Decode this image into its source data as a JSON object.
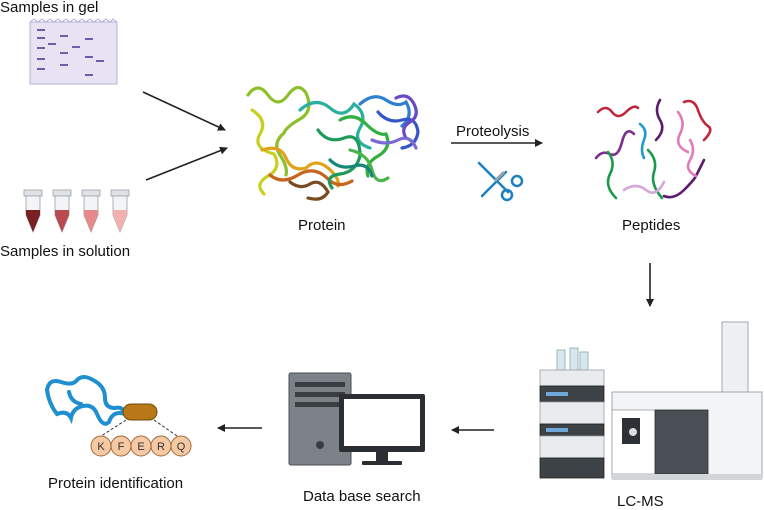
{
  "labels": {
    "samples_in_gel": "Samples in gel",
    "samples_in_solution": "Samples in solution",
    "protein": "Protein",
    "proteolysis": "Proteolysis",
    "peptides": "Peptides",
    "lc_ms": "LC-MS",
    "database_search": "Data base search",
    "protein_identification": "Protein identification"
  },
  "sequence_letters": [
    "K",
    "F",
    "E",
    "R",
    "Q"
  ],
  "tube_colors": [
    "#7a1f22",
    "#b94a4f",
    "#e58a8a",
    "#f2b1ae"
  ],
  "peptide_colors": [
    "#c0283a",
    "#7a2e8e",
    "#1f9bd1",
    "#1a9a4a",
    "#e07bb8",
    "#5b1a6e",
    "#d4a8d8",
    "#2bb04a"
  ],
  "accent_colors": {
    "arrow": "#222222",
    "scissors": "#1d7fbf",
    "gel_band": "#6a5fa8",
    "bead": "#f4c9a3",
    "anchor": "#b87818",
    "coil": "#1f8fd0"
  }
}
